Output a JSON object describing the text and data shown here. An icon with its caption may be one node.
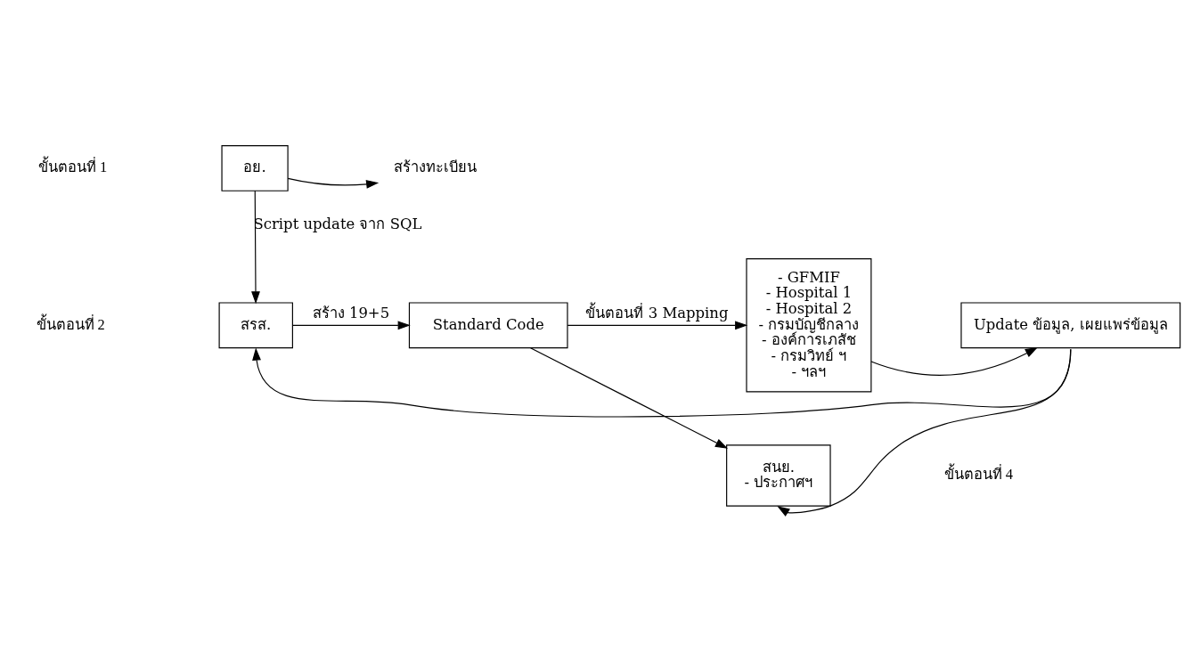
{
  "diagram": {
    "nodes": [
      {
        "text": [
          "อย."
        ]
      },
      {
        "text": [
          "สร้างทะเบียน"
        ]
      },
      {
        "text": [
          "สรส."
        ]
      },
      {
        "text": [
          "Standard Code"
        ]
      },
      {
        "text": [
          "สนย.",
          "- ประกาศฯ"
        ]
      },
      {
        "text": [
          "- GFMIF",
          "- Hospital 1",
          "- Hospital 2",
          "- กรมบัญชีกลาง",
          "- องค์การเภสัช",
          "- กรมวิทย์ ฯ",
          "- ฯลฯ"
        ]
      },
      {
        "text": [
          "Update ข้อมูล, เผยแพร่ข้อมูล"
        ]
      }
    ],
    "edges": [
      {
        "from": 0,
        "to": 1,
        "arrow": "to"
      },
      {
        "from": 0,
        "to": 2,
        "arrow": "to",
        "label": "Script update จาก SQL"
      },
      {
        "from": 2,
        "to": 3,
        "arrow": "to",
        "label": "สร้าง 19+5"
      },
      {
        "from": 3,
        "to": 5,
        "arrow": "to",
        "label": "ขั้นตอนที่ 3 Mapping"
      },
      {
        "from": 3,
        "to": 4,
        "arrow": "to"
      },
      {
        "from": 5,
        "to": 6,
        "arrow": "to"
      },
      {
        "from": 6,
        "to": 2,
        "arrow": "to"
      },
      {
        "from": 6,
        "to": 4,
        "arrow": "to"
      }
    ],
    "labels": [
      "ขั้นตอนที่ 1",
      "ขั้นตอนที่ 2",
      "ขั้นตอนที่ 4"
    ]
  }
}
